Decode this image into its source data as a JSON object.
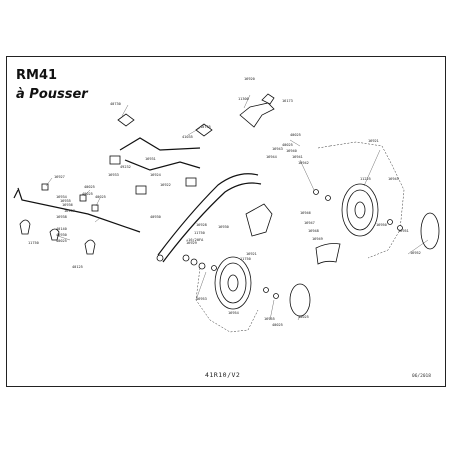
{
  "header": {
    "model": "RM41",
    "subtitle": "à Pousser"
  },
  "footer": {
    "reference": "41R10/V2",
    "date": "06/2018"
  },
  "callouts": [
    "16920",
    "11300",
    "16173",
    "40730",
    "41035",
    "40735",
    "16931",
    "49232",
    "16933",
    "16924",
    "16922",
    "16927",
    "40025",
    "40025",
    "40025",
    "16934",
    "16935",
    "16936",
    "16937",
    "16938",
    "40140",
    "46930",
    "40025",
    "11750",
    "+16/20FA",
    "16930",
    "40930",
    "16928",
    "11750",
    "16929",
    "40125",
    "16921",
    "11750",
    "40025",
    "40025",
    "16940",
    "16941",
    "16942",
    "16943",
    "16944",
    "16921",
    "11225",
    "16945",
    "16946",
    "16947",
    "16948",
    "16949",
    "16950",
    "16951",
    "16952",
    "16953",
    "16954",
    "16955",
    "40025",
    "40025"
  ]
}
